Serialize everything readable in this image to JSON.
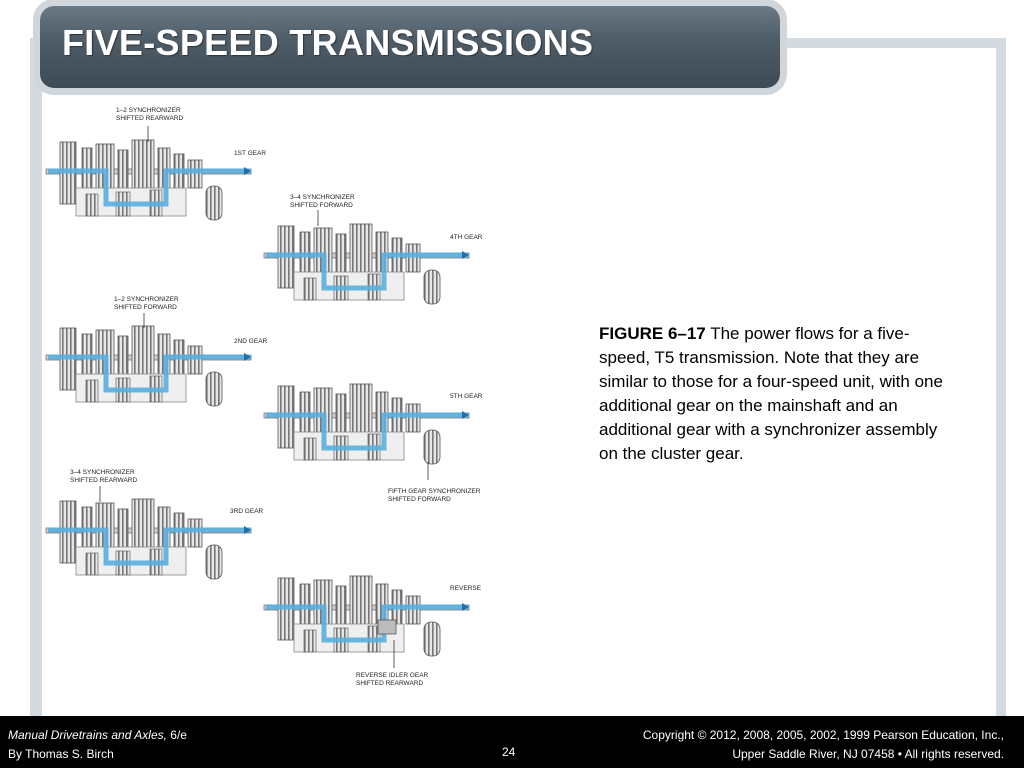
{
  "slide": {
    "title": "FIVE-SPEED TRANSMISSIONS",
    "caption": {
      "figure_label": "FIGURE 6–17",
      "text": "The power flows for a five-speed, T5 transmission. Note that they are similar to those for a four-speed unit, with one additional gear on the mainshaft and an additional gear with a synchronizer assembly on the cluster gear."
    }
  },
  "figure": {
    "diagrams": [
      {
        "gear": "1ST GEAR",
        "note1": "1–2 SYNCHRONIZER",
        "note2": "SHIFTED REARWARD"
      },
      {
        "gear": "4TH GEAR",
        "note1": "3–4 SYNCHRONIZER",
        "note2": "SHIFTED FORWARD"
      },
      {
        "gear": "2ND GEAR",
        "note1": "1–2 SYNCHRONIZER",
        "note2": "SHIFTED FORWARD"
      },
      {
        "gear": "5TH GEAR",
        "note1": "FIFTH GEAR SYNCHRONIZER",
        "note2": "SHIFTED FORWARD"
      },
      {
        "gear": "3RD GEAR",
        "note1": "3–4 SYNCHRONIZER",
        "note2": "SHIFTED REARWARD"
      },
      {
        "gear": "REVERSE",
        "note1": "REVERSE IDLER GEAR",
        "note2": "SHIFTED REARWARD"
      }
    ]
  },
  "footer": {
    "book_title": "Manual Drivetrains and Axles,",
    "edition": " 6/e",
    "author": "By Thomas S. Birch",
    "page_number": "24",
    "copyright_line1": "Copyright © 2012, 2008, 2005, 2002, 1999 Pearson Education, Inc.,",
    "copyright_line2": "Upper Saddle River, NJ 07458 • All rights reserved."
  },
  "colors": {
    "title_bar": "#4f5d68",
    "frame": "#d3dae0",
    "power_flow": "#5aaee0",
    "footer_bg": "#000000"
  }
}
